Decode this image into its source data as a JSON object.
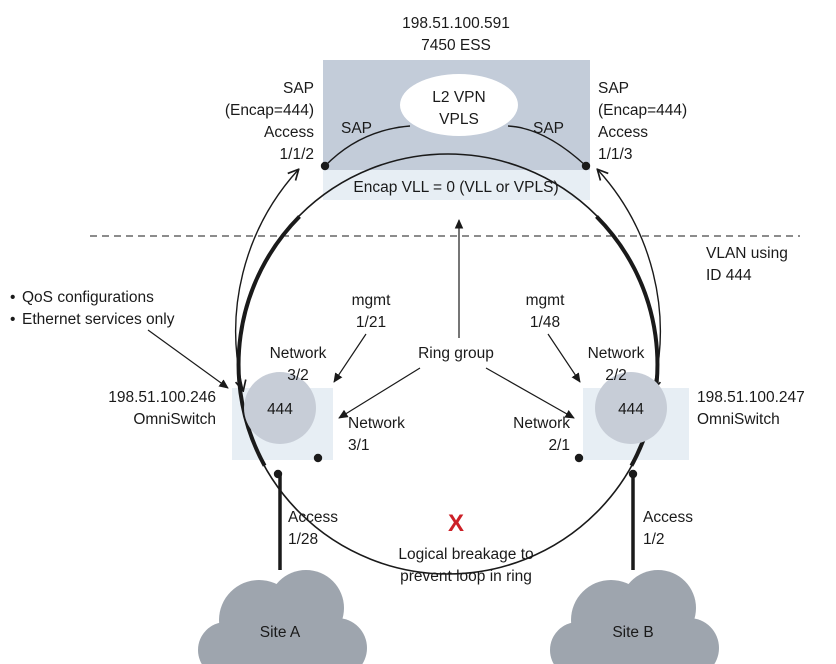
{
  "ess": {
    "ip": "198.51.100.591",
    "model": "7450 ESS",
    "vpn_line1": "L2 VPN",
    "vpn_line2": "VPLS",
    "sap_left": "SAP",
    "sap_right": "SAP",
    "encap_vll": "Encap VLL = 0 (VLL or VPLS)"
  },
  "sap_left_port": {
    "line1": "SAP",
    "line2": "(Encap=444)",
    "line3": "Access",
    "line4": "1/1/2"
  },
  "sap_right_port": {
    "line1": "SAP",
    "line2": "(Encap=444)",
    "line3": "Access",
    "line4": "1/1/3"
  },
  "vlan": {
    "line1": "VLAN using",
    "line2": "ID 444"
  },
  "notes": [
    "QoS configurations",
    "Ethernet services only"
  ],
  "bullet": "•",
  "mgmt_left": {
    "line1": "mgmt",
    "line2": "1/21"
  },
  "mgmt_right": {
    "line1": "mgmt",
    "line2": "1/48"
  },
  "ring_group": "Ring group",
  "switch_left": {
    "ip": "198.51.100.246",
    "type": "OmniSwitch",
    "vlan_id": "444",
    "net_upper": {
      "line1": "Network",
      "line2": "3/2"
    },
    "net_lower": {
      "line1": "Network",
      "line2": "3/1"
    },
    "access": {
      "line1": "Access",
      "line2": "1/28"
    }
  },
  "switch_right": {
    "ip": "198.51.100.247",
    "type": "OmniSwitch",
    "vlan_id": "444",
    "net_upper": {
      "line1": "Network",
      "line2": "2/2"
    },
    "net_lower": {
      "line1": "Network",
      "line2": "2/1"
    },
    "access": {
      "line1": "Access",
      "line2": "1/2"
    }
  },
  "breakage": {
    "mark": "X",
    "line1": "Logical breakage to",
    "line2": "prevent loop in ring"
  },
  "site_a": "Site A",
  "site_b": "Site B",
  "colors": {
    "ess_box": "#c3ccd9",
    "switch_box": "#e7eef4",
    "switch_circle": "#c7cdd7",
    "cloud": "#9ea5ae",
    "break_mark": "#cc2027"
  }
}
